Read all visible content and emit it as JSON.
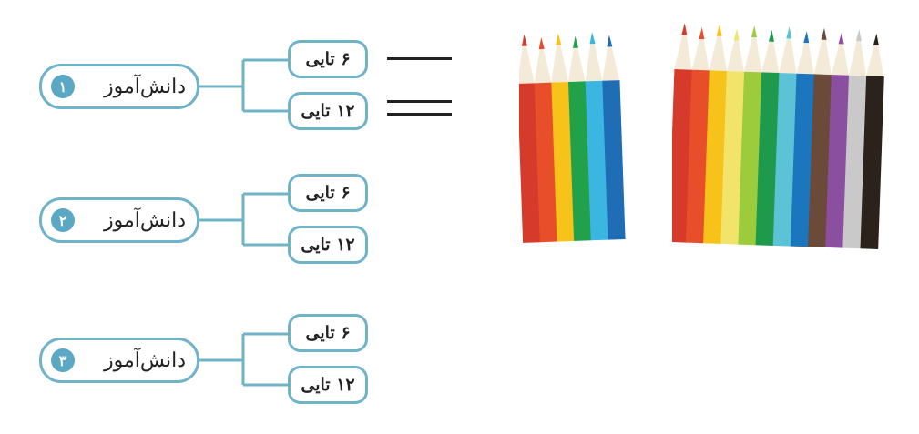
{
  "students": [
    {
      "label": "دانش‌آموز",
      "number": "۱",
      "options": [
        "۶ تایی",
        "۱۲ تایی"
      ]
    },
    {
      "label": "دانش‌آموز",
      "number": "۲",
      "options": [
        "۶ تایی",
        "۱۲ تایی"
      ]
    },
    {
      "label": "دانش‌آموز",
      "number": "۳",
      "options": [
        "۶ تایی",
        "۱۲ تایی"
      ]
    }
  ],
  "legend": {
    "single_line_for": "۶ تایی",
    "double_line_for": "۱۲ تایی"
  },
  "pencil_sets": [
    {
      "count": 6,
      "colors": [
        "#d63a2a",
        "#e94e2a",
        "#f7c21a",
        "#21a24a",
        "#3bb6e0",
        "#1f6db5"
      ]
    },
    {
      "count": 12,
      "colors": [
        "#d63a2a",
        "#e94e2a",
        "#f7c21a",
        "#f2e46a",
        "#9ccb3b",
        "#1f9a4d",
        "#5cc3d6",
        "#1b76bd",
        "#6b4a3a",
        "#8a4f9e",
        "#c9c9c9",
        "#2b221c"
      ]
    }
  ],
  "colors": {
    "box_border": "#6fb3c9",
    "number_fill": "#5aa8c4",
    "line": "#222222"
  }
}
